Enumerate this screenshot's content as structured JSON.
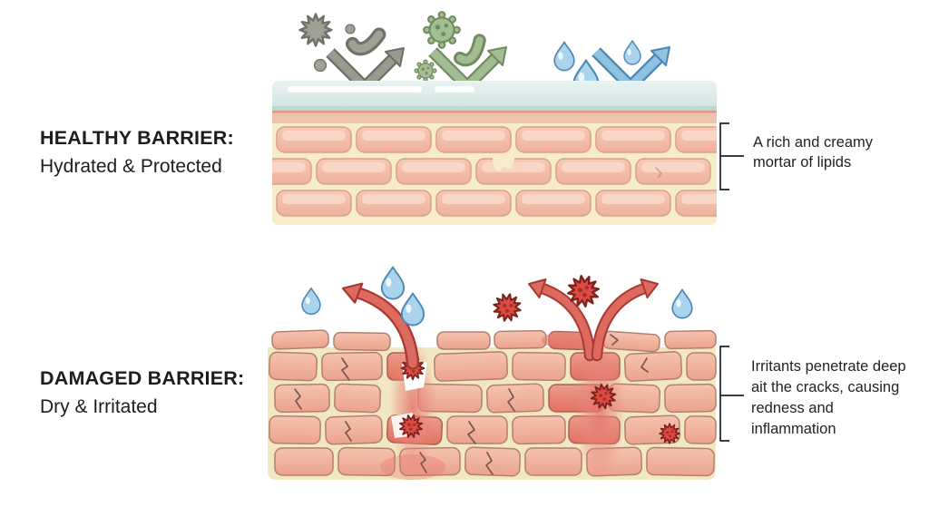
{
  "sections": {
    "healthy": {
      "title": "HEALTHY BARRIER:",
      "subtitle": "Hydrated & Protected",
      "annotation": "A rich and creamy mortar of lipids"
    },
    "damaged": {
      "title": "DAMAGED BARRIER:",
      "subtitle": "Dry & Irritated",
      "annotation": "Irritants penetrate deep ait the cracks, causing redness and inflammation"
    }
  },
  "icons": {
    "allergen-icon": "12-point spiked gray blob",
    "bacteria-icon": "curved rod microbe",
    "virus-icon": "knobbed sphere with dots",
    "water-drop-icon": "blue teardrop",
    "deflect-arrow-icon": "v-shaped bounce arrow",
    "escape-arrow-icon": "curved arrow leaving cracks",
    "irritant-icon": "red spiked star"
  },
  "colors": {
    "text": "#1d1d1b",
    "brick": "#f0b8a4",
    "brick_highlight": "#f9d8c9",
    "brick_outline": "#dca08a",
    "mortar_healthy": "#f6ecca",
    "mortar_damaged": "#f2e7c3",
    "moisture_layer": "#d9eae7",
    "skin_surface_band": "#eec2ac",
    "drop_fill": "#aad4ec",
    "drop_outline": "#4c87b4",
    "gray_icon": "#a1a094",
    "green_icon": "#a3bd92",
    "blue_arrow": "#8ec3e4",
    "red_arrow": "#dd6a5f",
    "irritant_red": "#dc4a41",
    "inflammation": "#e4766a"
  }
}
